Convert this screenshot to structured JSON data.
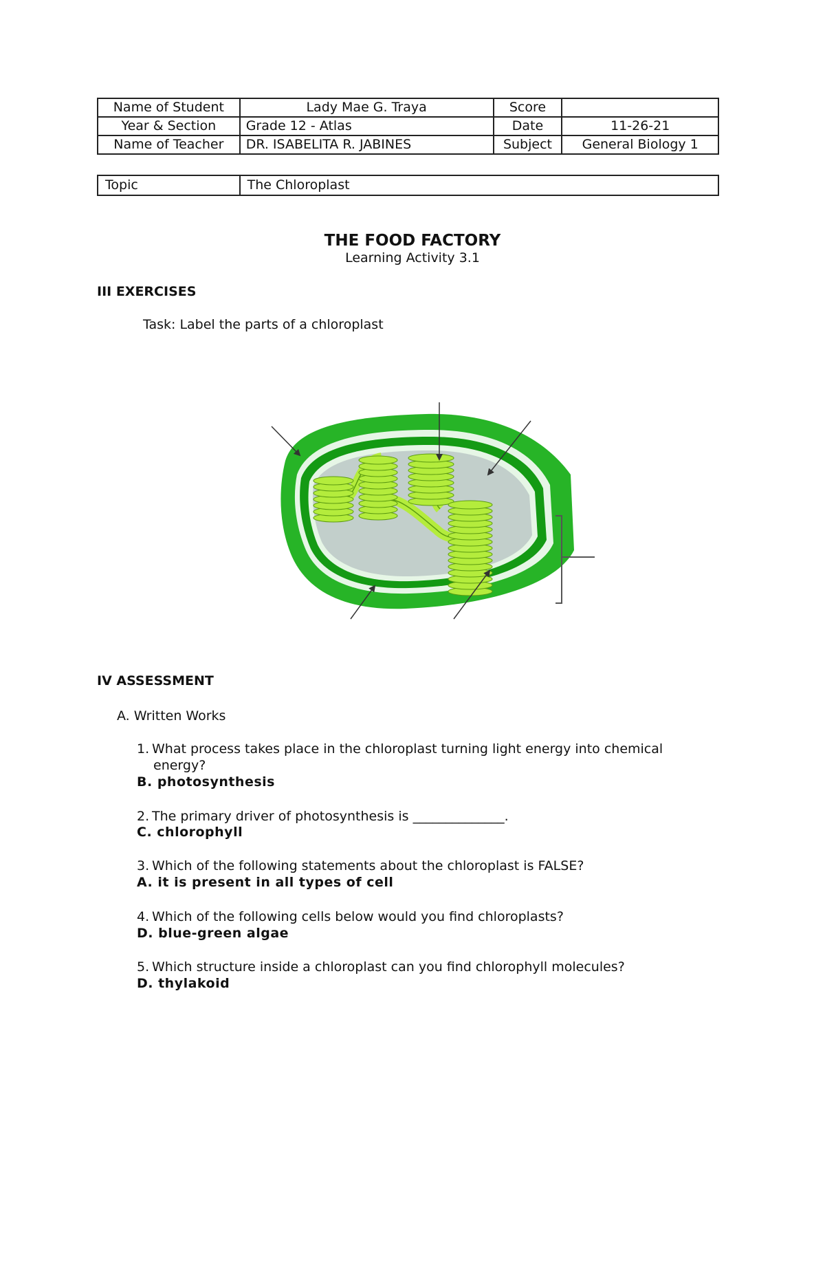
{
  "info_table": {
    "name_of_student_label": "Name of Student",
    "name_of_student_value": "Lady Mae G. Traya",
    "score_label": "Score",
    "score_value": "",
    "year_section_label": "Year & Section",
    "year_section_value": "Grade 12 - Atlas",
    "date_label": "Date",
    "date_value": "11-26-21",
    "teacher_label": "Name of Teacher",
    "teacher_value": "DR. ISABELITA R. JABINES",
    "subject_label": "Subject",
    "subject_value": "General Biology 1"
  },
  "topic_table": {
    "label": "Topic",
    "value": "The Chloroplast"
  },
  "title": "THE FOOD FACTORY",
  "subtitle": "Learning Activity 3.1",
  "exercises": {
    "heading": "III EXERCISES",
    "task": "Task: Label the parts of a chloroplast"
  },
  "diagram": {
    "colors": {
      "outer_membrane": "#27b427",
      "inner_membrane": "#149a14",
      "stroma": "#c2cfcb",
      "thylakoid": "#b4ec3c",
      "thylakoid_stroke": "#5a9a10",
      "arrow": "#333333"
    }
  },
  "assessment": {
    "heading": "IV ASSESSMENT",
    "section": "A. Written Works",
    "questions": [
      {
        "number": "1.",
        "text_line1": "What process takes place in the chloroplast turning light energy into chemical",
        "text_line2": "energy?",
        "answer": "B. photosynthesis"
      },
      {
        "number": "2.",
        "text_line1": "The primary driver of photosynthesis is ______________.",
        "answer": "C. chlorophyll"
      },
      {
        "number": "3.",
        "text_line1": "Which of the following statements about the chloroplast is FALSE?",
        "answer": "A. it is present in all types of cell"
      },
      {
        "number": "4.",
        "text_line1": "Which of the following cells below would you find chloroplasts?",
        "answer": "D. blue-green algae"
      },
      {
        "number": "5.",
        "text_line1": "Which structure inside a chloroplast can you find chlorophyll molecules?",
        "answer": "D. thylakoid"
      }
    ]
  }
}
